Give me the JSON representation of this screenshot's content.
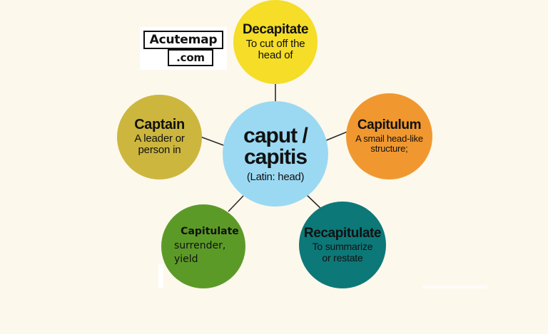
{
  "background_color": "#fdf8ec",
  "edge_color": "#2a2a2a",
  "logo": {
    "name": "acutemap-logo",
    "line1": "Acutemap",
    "line2": ".com"
  },
  "center": {
    "title": "caput /\ncapitis",
    "title_line1": "caput /",
    "title_line2": "capitis",
    "subtitle": "(Latin: head)",
    "color": "#9bd9f3"
  },
  "nodes": [
    {
      "id": "decapitate",
      "title": "Decapitate",
      "desc": "To cut off the\nhead of",
      "color": "#f5dd28",
      "position": "top"
    },
    {
      "id": "capitulum",
      "title": "Capitulum",
      "desc": "A smail head-like\nstructure;",
      "color": "#f0982f",
      "position": "right"
    },
    {
      "id": "recapitulate",
      "title": "Recapitulate",
      "desc": "To summarize\nor restate",
      "color": "#0d7878",
      "position": "bottom-right"
    },
    {
      "id": "capitulate",
      "title": "Capitulate",
      "desc": "surrender,\nyield",
      "color": "#5c9a28",
      "position": "bottom-left"
    },
    {
      "id": "captain",
      "title": "Captain",
      "desc": "A leader or\nperson in",
      "color": "#ccb63e",
      "position": "left"
    }
  ]
}
